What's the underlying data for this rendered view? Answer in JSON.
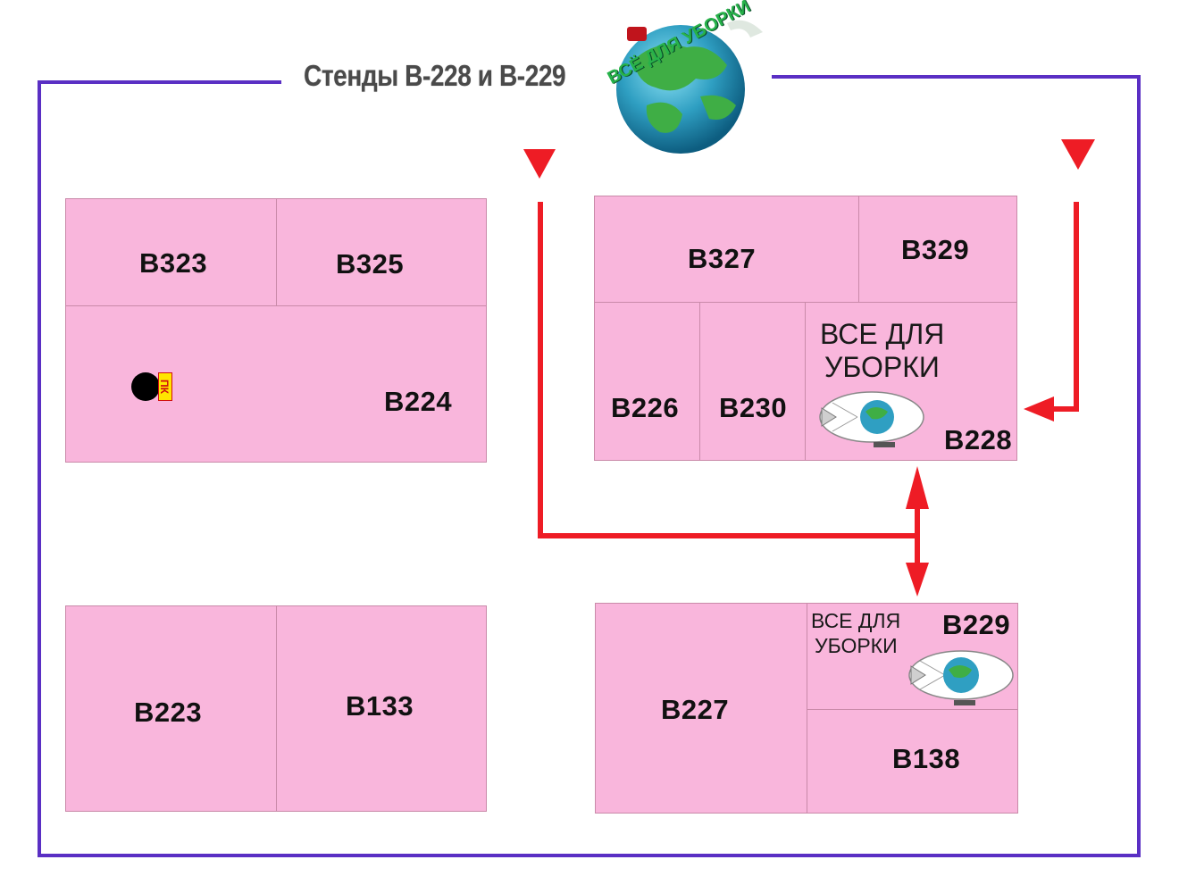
{
  "map": {
    "title": "Стенды B-228 и B-229",
    "brand_line1": "ВСЕ ДЛЯ",
    "brand_line2": "УБОРКИ",
    "logo_text": "ВСЁ ДЛЯ УБОРКИ",
    "pk_marker": "ПК",
    "stands": {
      "b323": "B323",
      "b325": "B325",
      "b224": "B224",
      "b327": "B327",
      "b329": "B329",
      "b226": "B226",
      "b230": "B230",
      "b228": "B228",
      "b223": "B223",
      "b133": "B133",
      "b227": "B227",
      "b229": "B229",
      "b138": "B138"
    },
    "colors": {
      "hall_border": "#5a2fc4",
      "stand_fill": "#f9b6dc",
      "route": "#ee1c25"
    }
  }
}
